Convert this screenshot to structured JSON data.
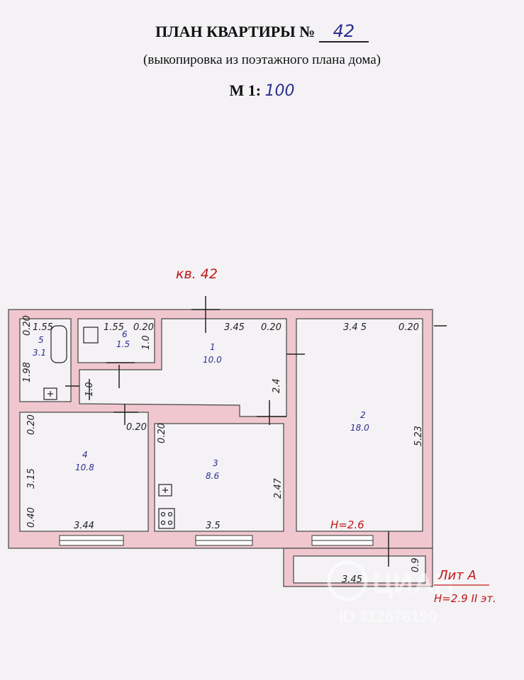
{
  "header": {
    "title": "ПЛАН КВАРТИРЫ №",
    "apartment_number": "42",
    "subtitle": "(выкопировка из поэтажного плана дома)",
    "scale_label": "М 1:",
    "scale_value": "100"
  },
  "plan": {
    "unit_label": "кв. 42",
    "rooms": [
      {
        "number": "1",
        "area": "10.0"
      },
      {
        "number": "2",
        "area": "18.0"
      },
      {
        "number": "3",
        "area": "8.6"
      },
      {
        "number": "4",
        "area": "10.8"
      },
      {
        "number": "5",
        "area": "3.1"
      },
      {
        "number": "6",
        "area": "1.5"
      }
    ],
    "dimensions": {
      "room1_width": "3.45",
      "room1_wall": "0.20",
      "room1_depth": "2.4",
      "room2_width": "3.4 5",
      "room2_wall": "0.20",
      "room2_depth": "5.23",
      "room2_height": "Н=2.6",
      "room3_width": "3.5",
      "room3_wall": "0.20",
      "room3_depth": "2.47",
      "room4_width": "3.44",
      "room4_wall_top": "0.20",
      "room4_wall_left": "0.20",
      "room4_wall_bottom": "0.40",
      "room4_depth": "3.15",
      "room5_width": "1.55",
      "room5_wall": "0.20",
      "room5_depth": "1.98",
      "room6_width": "1.55",
      "room6_wall": "0.20",
      "room6_depth": "1.0",
      "corridor_width": "1.0",
      "balcony_width": "3.45",
      "balcony_depth": "0.9"
    },
    "lit_label": "Лит А",
    "floor_height": "Н=2.9 II эт."
  },
  "watermark": {
    "brand": "ЦИАН",
    "id": "ID 312676190"
  },
  "colors": {
    "wall_fill": "#f0c7cf",
    "wall_stroke": "#444444",
    "ink_red": "#c01818",
    "ink_blue": "#2a2f8f"
  }
}
